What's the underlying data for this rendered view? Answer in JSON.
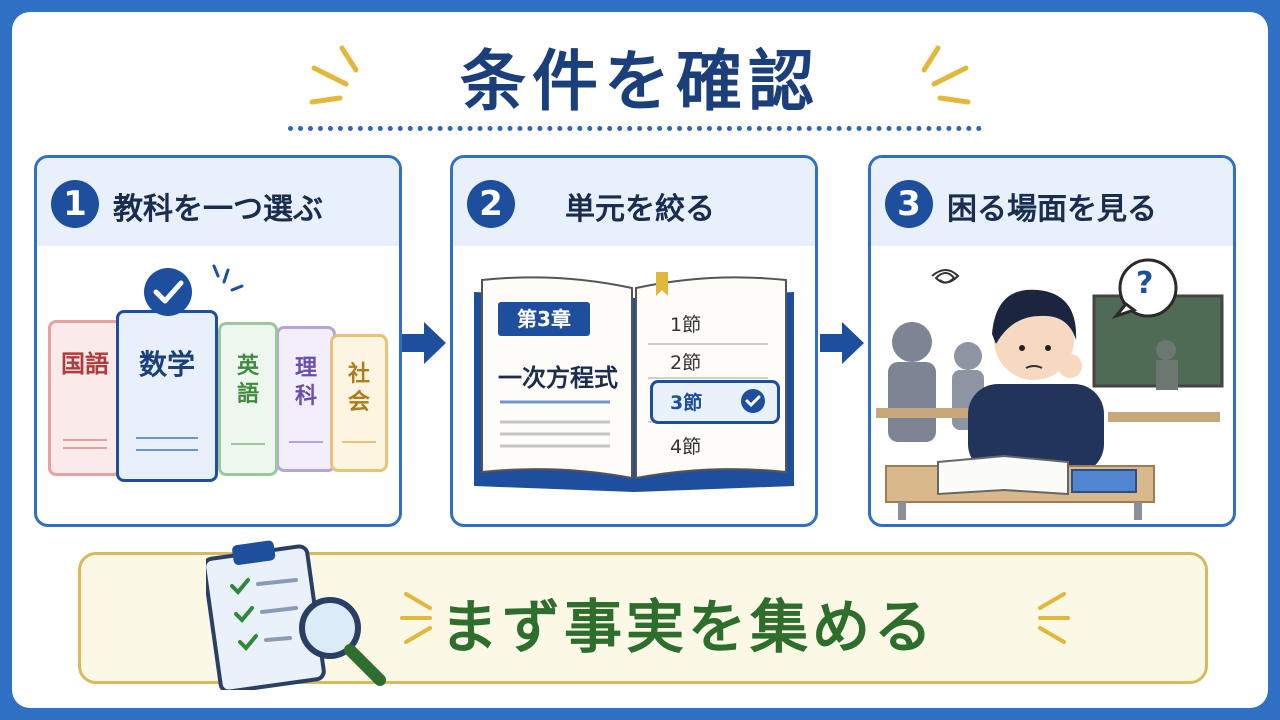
{
  "title": "条件を確認",
  "steps": [
    {
      "number": "1",
      "label": "教科を一つ選ぶ"
    },
    {
      "number": "2",
      "label": "単元を絞る"
    },
    {
      "number": "3",
      "label": "困る場面を見る"
    }
  ],
  "subjects": [
    "国語",
    "数学",
    "英語",
    "理科",
    "社会"
  ],
  "chapter": {
    "badge": "第3章",
    "name": "一次方程式"
  },
  "sections": [
    "1節",
    "2節",
    "3節",
    "4節"
  ],
  "question_mark": "?",
  "bottom_message": "まず事実を集める",
  "colors": {
    "accent": "#1e4f9e",
    "frame": "#2f6fc4",
    "message": "#2d6e2d",
    "banner": "#fcf8e6"
  }
}
